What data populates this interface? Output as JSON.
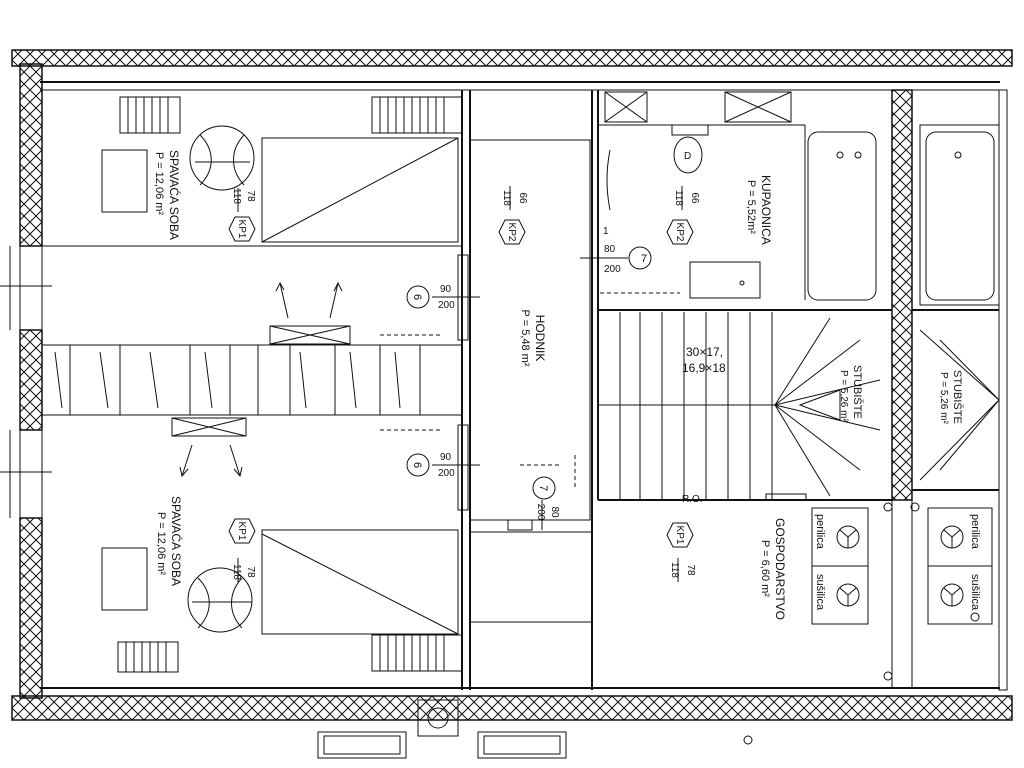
{
  "rooms": {
    "bedroom_top": {
      "name": "SPAVAĆA SOBA",
      "area": "P = 12,06 m²"
    },
    "bedroom_bottom": {
      "name": "SPAVAĆA SOBA",
      "area": "P = 12,06 m²"
    },
    "corridor": {
      "name": "HODNIK",
      "area": "P = 5,48 m²"
    },
    "bathroom": {
      "name": "KUPAONICA",
      "area": "P = 5,52m²"
    },
    "stairs": {
      "name": "STUBIŠTE",
      "area": "P = 5,26 m²"
    },
    "stairs_neighbor": {
      "name": "STUBIŠTE",
      "area": "P = 5,26 m²"
    },
    "utility": {
      "name": "GOSPODARSTVO",
      "area": "P = 6,60 m²"
    }
  },
  "window_tags": {
    "kp1_bedroom_top": {
      "tag": "KP1",
      "width": "78",
      "height": "118"
    },
    "kp2_corridor": {
      "tag": "KP2",
      "width": "66",
      "height": "118"
    },
    "kp2_bathroom": {
      "tag": "KP2",
      "width": "66",
      "height": "118"
    },
    "kp1_bedroom_bottom": {
      "tag": "KP1",
      "width": "78",
      "height": "118"
    },
    "kp1_utility": {
      "tag": "KP1",
      "width": "78",
      "height": "118"
    }
  },
  "door_tags": {
    "door_bathroom": {
      "num": "7",
      "width": "80",
      "height": "200"
    },
    "door_bedroom_top": {
      "num": "6",
      "width": "90",
      "height": "200"
    },
    "door_bedroom_bottom": {
      "num": "6",
      "width": "90",
      "height": "200"
    },
    "door_utility": {
      "num": "7",
      "width": "80",
      "height": "200"
    }
  },
  "stairs_spec": {
    "line1": "30×17,",
    "line2": "16,9×18"
  },
  "railing_label": "R.O.",
  "appliances": {
    "washer": "perilica",
    "dryer": "sušilica",
    "washer_neighbor": "perilica",
    "dryer_neighbor": "sušilica"
  },
  "extra_labels": {
    "tap_top": "1"
  },
  "colors": {
    "ink": "#111111",
    "paper": "#ffffff"
  }
}
